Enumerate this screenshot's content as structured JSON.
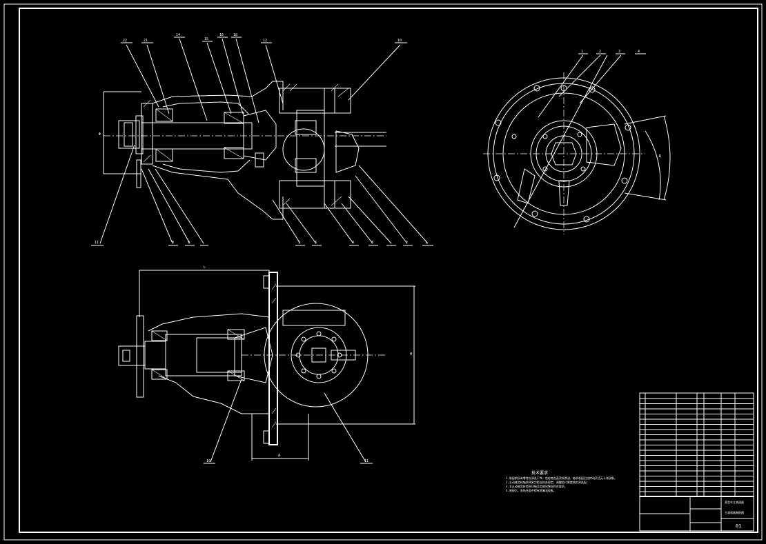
{
  "drawing": {
    "background_color": "#000000",
    "line_color": "#ffffff",
    "balloon_labels_top_view": [
      "22",
      "21",
      "14",
      "15",
      "16",
      "18",
      "12",
      "10"
    ],
    "balloon_labels_bottom_of_top_view": [
      "11",
      "8",
      "9",
      "5",
      "6",
      "4",
      "3",
      "2",
      "1"
    ],
    "balloon_labels_side_view": [
      "1",
      "2",
      "3",
      "4"
    ],
    "balloon_labels_bottom_view": [
      "10",
      "11"
    ],
    "tech_notes": {
      "title": "技术要求",
      "lines": [
        "1.装配前所有零件应清洗干净，齿轮啮合面涂润滑油，轴承装配后应转动灵活无卡滞现象。",
        "2.主动锥齿轮轴承预紧力矩应符合规定，调整垫片厚度按实测选配。",
        "3.主从动锥齿轮啮合印痕及齿侧间隙应符合要求。",
        "4.装配后，各结合面不得有渗漏油现象。"
      ]
    },
    "title_block": {
      "project": "某型车主减速器",
      "assembly_name": "主减速器装配图",
      "sheet_id": "01"
    }
  }
}
